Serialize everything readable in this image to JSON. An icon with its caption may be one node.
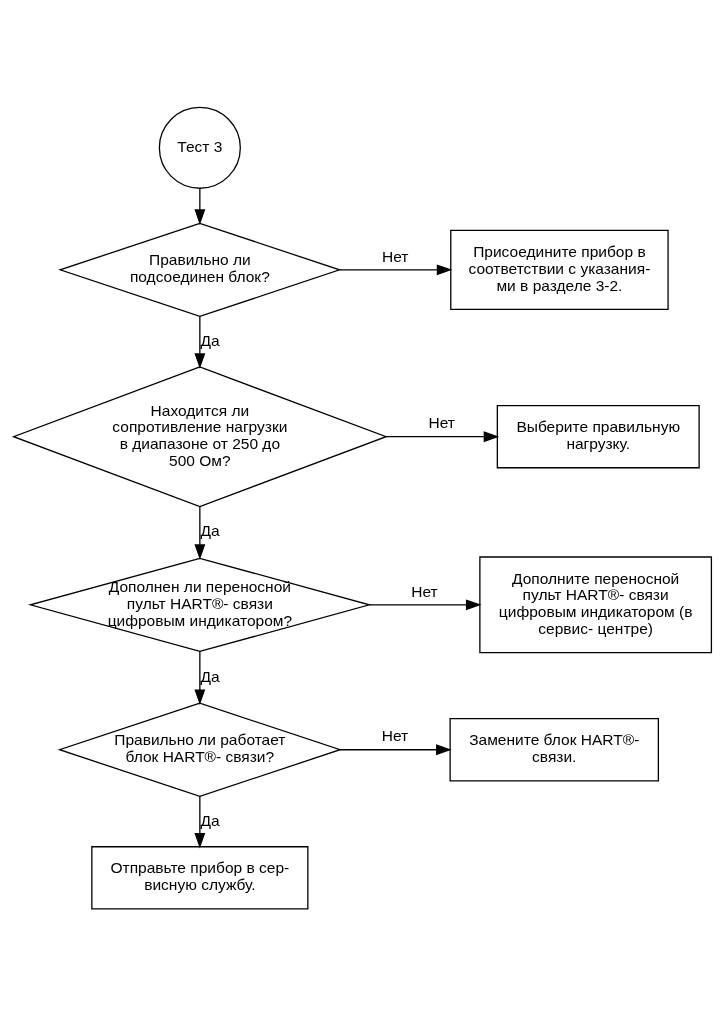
{
  "diagram": {
    "nodes": [
      {
        "text": [
          "Тест 3"
        ]
      },
      {
        "text": [
          "Правильно ли подсоединен блок?"
        ]
      },
      {
        "text": [
          "Присоедините прибор в соответствии с указания- ми в разделе 3-2."
        ]
      },
      {
        "text": [
          "Находится ли сопротивление нагрузки в диапазоне от 250 до 500 Ом?"
        ]
      },
      {
        "text": [
          "Выберите правильную нагрузку."
        ]
      },
      {
        "text": [
          "Дополнен ли переносной пульт HART®- связи цифровым индикатором?"
        ]
      },
      {
        "text": [
          "Дополните переносной пульт HART®- связи цифровым индикатором (в сервис- центре)"
        ]
      },
      {
        "text": [
          "Правильно ли работает блок HART®- связи?"
        ]
      },
      {
        "text": [
          "Замените блок HART®- связи."
        ]
      },
      {
        "text": [
          "Отправьте прибор в сер- висную службу."
        ]
      }
    ],
    "edges": [
      {
        "from": 0,
        "to": 1,
        "arrow": "to"
      },
      {
        "from": 1,
        "to": 2,
        "arrow": "to",
        "label": "Нет"
      },
      {
        "from": 1,
        "to": 3,
        "arrow": "to",
        "label": "Да"
      },
      {
        "from": 3,
        "to": 4,
        "arrow": "to",
        "label": "Нет"
      },
      {
        "from": 3,
        "to": 5,
        "arrow": "to",
        "label": "Да"
      },
      {
        "from": 5,
        "to": 6,
        "arrow": "to",
        "label": "Нет"
      },
      {
        "from": 5,
        "to": 7,
        "arrow": "to",
        "label": "Да"
      },
      {
        "from": 7,
        "to": 8,
        "arrow": "to",
        "label": "Нет"
      },
      {
        "from": 7,
        "to": 9,
        "arrow": "to",
        "label": "Да"
      }
    ]
  }
}
